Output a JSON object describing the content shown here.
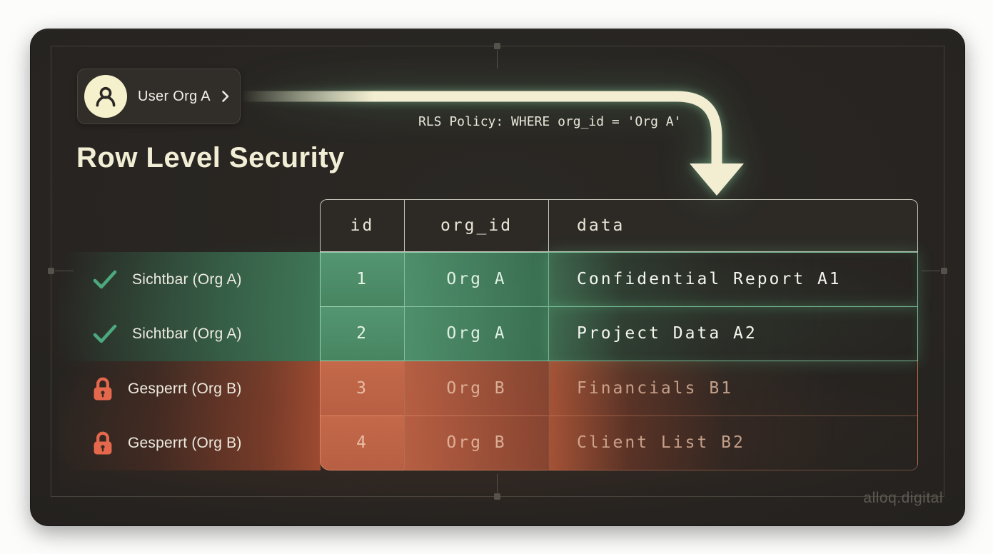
{
  "badge": {
    "label": "User Org A"
  },
  "title": "Row Level Security",
  "policy": {
    "text": "RLS Policy: WHERE org_id = 'Org A'"
  },
  "access_labels": [
    {
      "label": "Sichtbar (Org A)",
      "state": "visible"
    },
    {
      "label": "Sichtbar (Org A)",
      "state": "visible"
    },
    {
      "label": "Gesperrt (Org B)",
      "state": "locked"
    },
    {
      "label": "Gesperrt (Org B)",
      "state": "locked"
    }
  ],
  "table": {
    "columns": [
      "id",
      "org_id",
      "data"
    ],
    "rows": [
      {
        "id": "1",
        "org_id": "Org A",
        "data": "Confidential Report A1",
        "access": "visible"
      },
      {
        "id": "2",
        "org_id": "Org A",
        "data": "Project Data A2",
        "access": "visible"
      },
      {
        "id": "3",
        "org_id": "Org B",
        "data": "Financials B1",
        "access": "locked"
      },
      {
        "id": "4",
        "org_id": "Org B",
        "data": "Client List B2",
        "access": "locked"
      }
    ]
  },
  "watermark": "alloq.digital",
  "colors": {
    "card_bg": "#272420",
    "cream_text": "#f2eed6",
    "green_accent": "#4da87e",
    "red_accent": "#e5684d",
    "arrow": "#f3eed2"
  }
}
